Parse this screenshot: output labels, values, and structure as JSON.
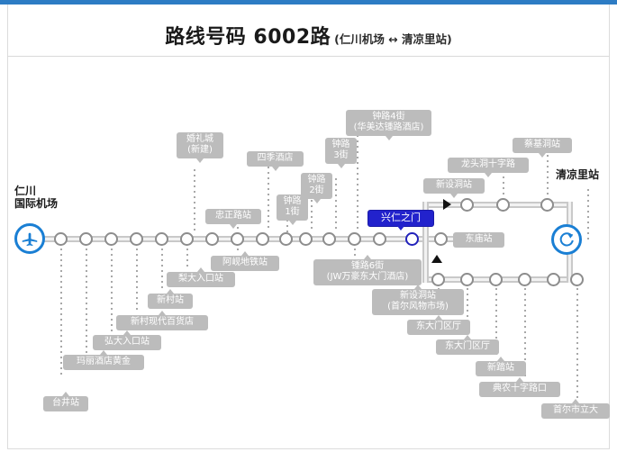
{
  "header": {
    "title_main": "路线号码 6002路",
    "title_sub": "(仁川机场 ↔ 清凉里站)"
  },
  "map": {
    "origin_label": "仁川\n国际机场",
    "origin_icon": "airport-icon",
    "terminus_label": "清凉里站",
    "terminus_icon": "loop-turnaround-icon",
    "selected_station": "兴仁之门",
    "stations_top_labels": [
      {
        "text": "婚礼城\n(新建)"
      },
      {
        "text": "忠正路站"
      },
      {
        "text": "四季酒店"
      },
      {
        "text": "钟路\n1街"
      },
      {
        "text": "钟路\n2街"
      },
      {
        "text": "钟路\n3街"
      },
      {
        "text": "钟路4街\n(华美达锺路酒店)"
      },
      {
        "text": "新设洞站"
      },
      {
        "text": "龙头洞十字路"
      },
      {
        "text": "蔡基洞站"
      }
    ],
    "stations_bottom_labels": [
      {
        "text": "台井站"
      },
      {
        "text": "玛丽酒店黄金"
      },
      {
        "text": "弘大入口站"
      },
      {
        "text": "新村现代百货店"
      },
      {
        "text": "新村站"
      },
      {
        "text": "梨大入口站"
      },
      {
        "text": "阿岘地铁站"
      },
      {
        "text": "锺路6街\n(JW万豪东大门酒店)"
      },
      {
        "text": "新设洞站\n(首尔风物市场)"
      },
      {
        "text": "东大门区厅"
      },
      {
        "text": "东大门区厅"
      },
      {
        "text": "新踏站"
      },
      {
        "text": "典农十字路口"
      },
      {
        "text": "首尔市立大"
      }
    ],
    "side_labels": [
      {
        "text": "东庙站"
      }
    ],
    "colors": {
      "accent": "#1a7fd4",
      "selected": "#2222cc",
      "label_chip": "#bcbcbc",
      "track": "#c9c9c9",
      "header_bar": "#2d7cc4"
    }
  }
}
